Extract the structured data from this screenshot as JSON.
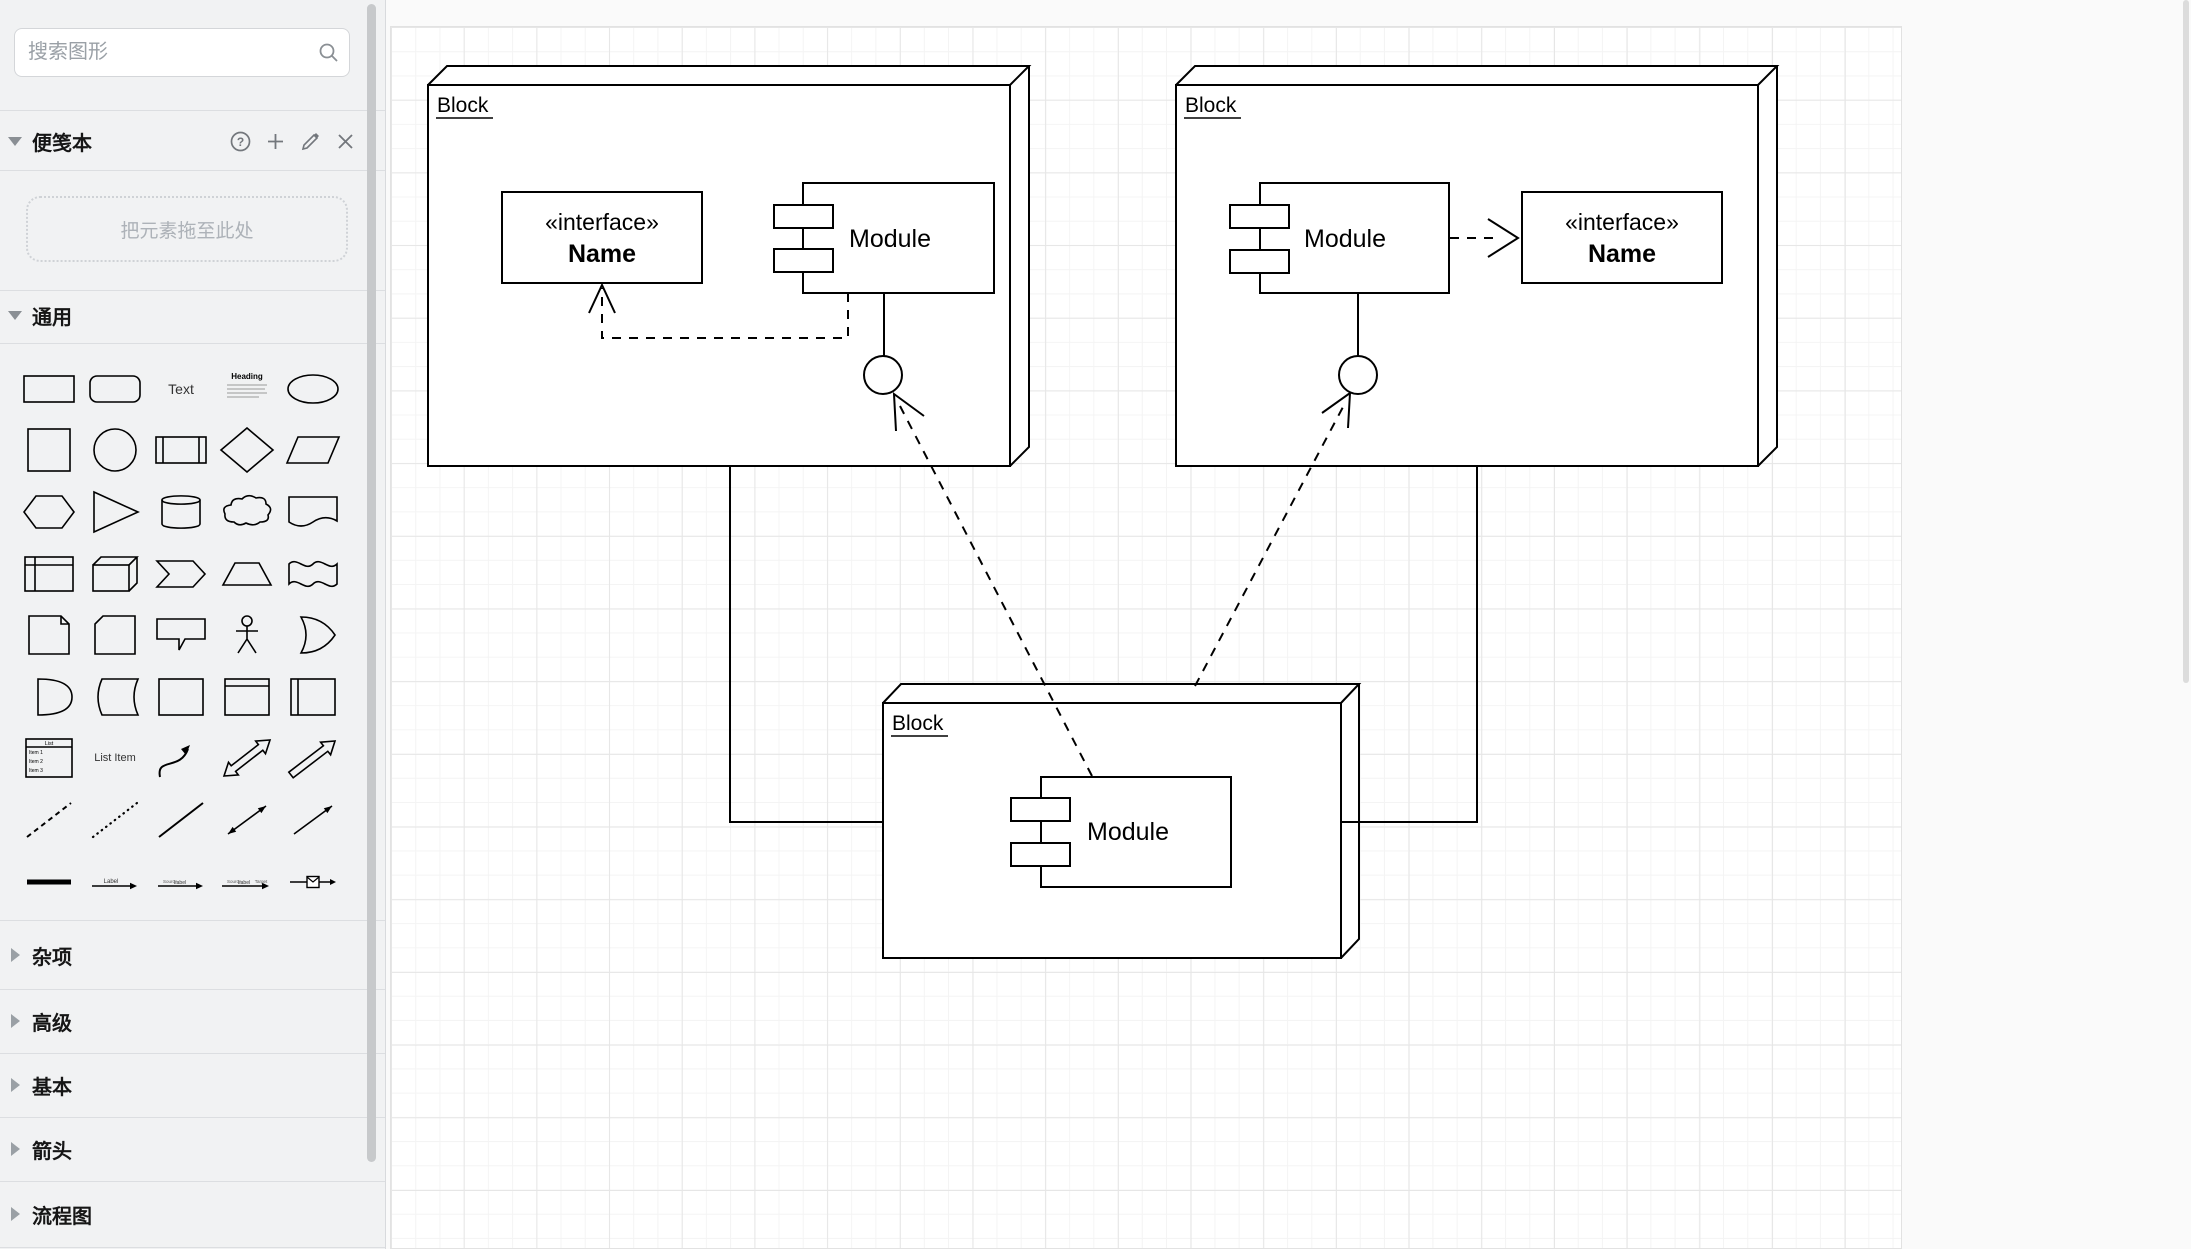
{
  "sidebar": {
    "search": {
      "placeholder": "搜索图形"
    },
    "scratchpad": {
      "title": "便笺本",
      "dropzone_text": "把元素拖至此处"
    },
    "sections": [
      {
        "id": "general",
        "label": "通用",
        "expanded": true
      },
      {
        "id": "misc",
        "label": "杂项",
        "expanded": false
      },
      {
        "id": "advanced",
        "label": "高级",
        "expanded": false
      },
      {
        "id": "basic",
        "label": "基本",
        "expanded": false
      },
      {
        "id": "arrows",
        "label": "箭头",
        "expanded": false
      },
      {
        "id": "flowchart",
        "label": "流程图",
        "expanded": false
      }
    ],
    "shapes": [
      {
        "name": "rectangle"
      },
      {
        "name": "rounded-rectangle"
      },
      {
        "name": "text",
        "label": "Text"
      },
      {
        "name": "heading",
        "label": "Heading"
      },
      {
        "name": "ellipse"
      },
      {
        "name": "square"
      },
      {
        "name": "circle"
      },
      {
        "name": "process"
      },
      {
        "name": "diamond"
      },
      {
        "name": "parallelogram"
      },
      {
        "name": "hexagon"
      },
      {
        "name": "triangle"
      },
      {
        "name": "cylinder"
      },
      {
        "name": "cloud"
      },
      {
        "name": "document"
      },
      {
        "name": "internal-storage"
      },
      {
        "name": "cube"
      },
      {
        "name": "step"
      },
      {
        "name": "trapezoid"
      },
      {
        "name": "tape"
      },
      {
        "name": "note"
      },
      {
        "name": "card"
      },
      {
        "name": "callout"
      },
      {
        "name": "actor"
      },
      {
        "name": "or"
      },
      {
        "name": "and"
      },
      {
        "name": "data-storage"
      },
      {
        "name": "container"
      },
      {
        "name": "vertical-container"
      },
      {
        "name": "horizontal-container"
      },
      {
        "name": "list",
        "title": "List",
        "items": [
          "Item 1",
          "Item 2",
          "Item 3"
        ]
      },
      {
        "name": "list-item",
        "label": "List Item"
      },
      {
        "name": "curve"
      },
      {
        "name": "bidirectional-arrow"
      },
      {
        "name": "arrow"
      },
      {
        "name": "dashed-line"
      },
      {
        "name": "dotted-line"
      },
      {
        "name": "line"
      },
      {
        "name": "bidirectional-connector"
      },
      {
        "name": "directional-connector"
      },
      {
        "name": "link"
      },
      {
        "name": "arrow-label",
        "label": "Label"
      },
      {
        "name": "arrow-2-labels",
        "labels": [
          "Source",
          "Label"
        ]
      },
      {
        "name": "arrow-3-labels",
        "labels": [
          "Source",
          "Label",
          "Target"
        ]
      },
      {
        "name": "connector-symbol"
      }
    ]
  },
  "canvas": {
    "blocks": [
      {
        "label": "Block"
      },
      {
        "label": "Block"
      },
      {
        "label": "Block"
      }
    ],
    "modules": [
      {
        "label": "Module"
      },
      {
        "label": "Module"
      },
      {
        "label": "Module"
      }
    ],
    "interfaces": [
      {
        "stereotype": "«interface»",
        "name": "Name"
      },
      {
        "stereotype": "«interface»",
        "name": "Name"
      }
    ]
  },
  "colors": {
    "diagram_stroke": "#000000",
    "grid_minor": "#f4f4f4",
    "grid_major": "#e6e6e6",
    "sidebar_bg": "#f1f2f3"
  }
}
